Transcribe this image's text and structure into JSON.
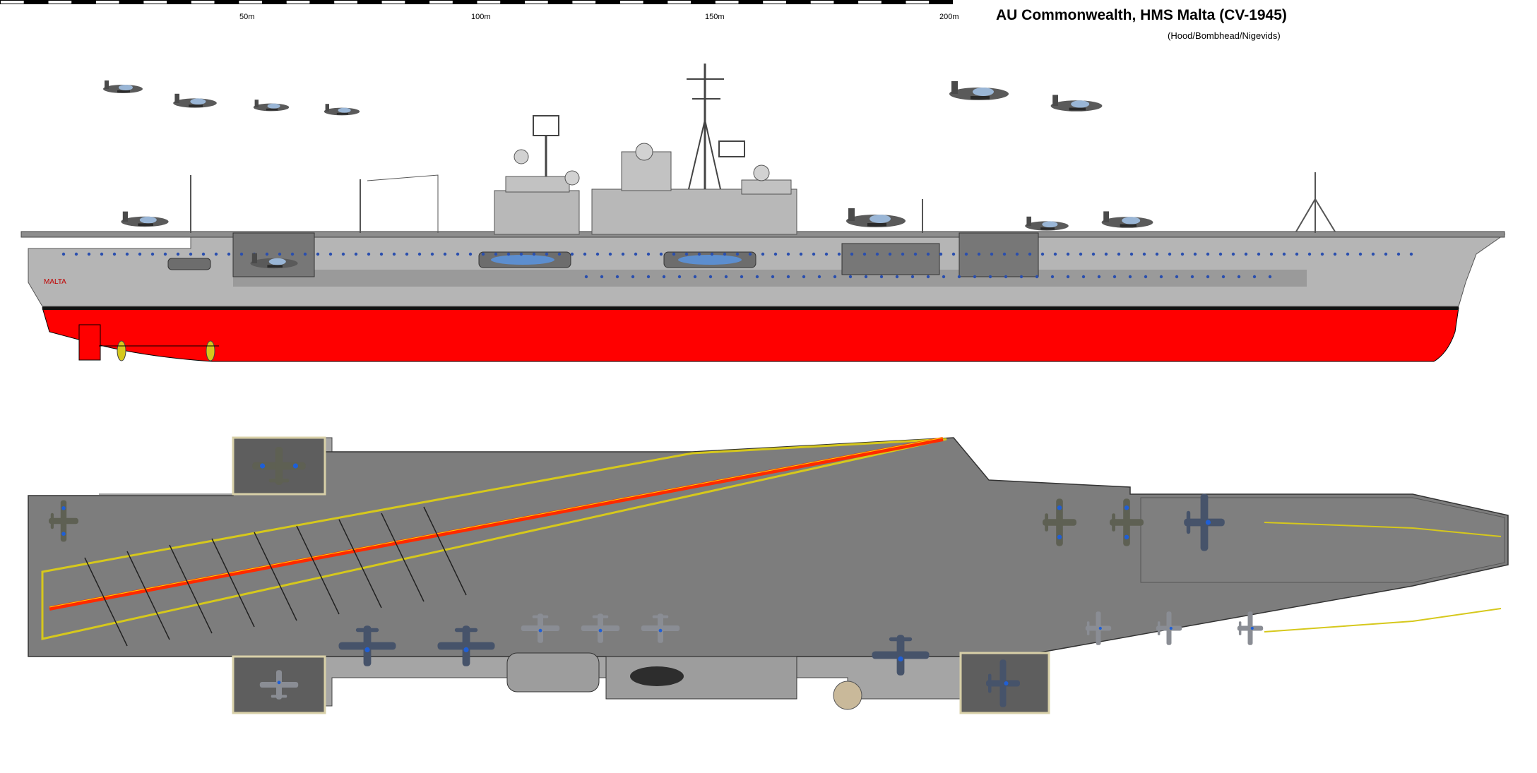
{
  "title": "AU Commonwealth, HMS Malta (CV-1945)",
  "credits": "(Hood/Bombhead/Nigevids)",
  "scale_bar": {
    "labels": [
      "50m",
      "100m",
      "150m",
      "200m"
    ]
  },
  "hull_name": "MALTA",
  "colors": {
    "hull_grey": "#b5b5b5",
    "hull_dark_grey": "#8d8d8d",
    "antifouling_red": "#ff0000",
    "deck_grey": "#7d7d7d",
    "deck_line_yellow": "#d6c81c",
    "deck_center_red": "#ff2a00",
    "roundel_blue": "#1f5fd6"
  },
  "views": {
    "profile": "side-profile",
    "plan": "flight-deck-plan"
  }
}
